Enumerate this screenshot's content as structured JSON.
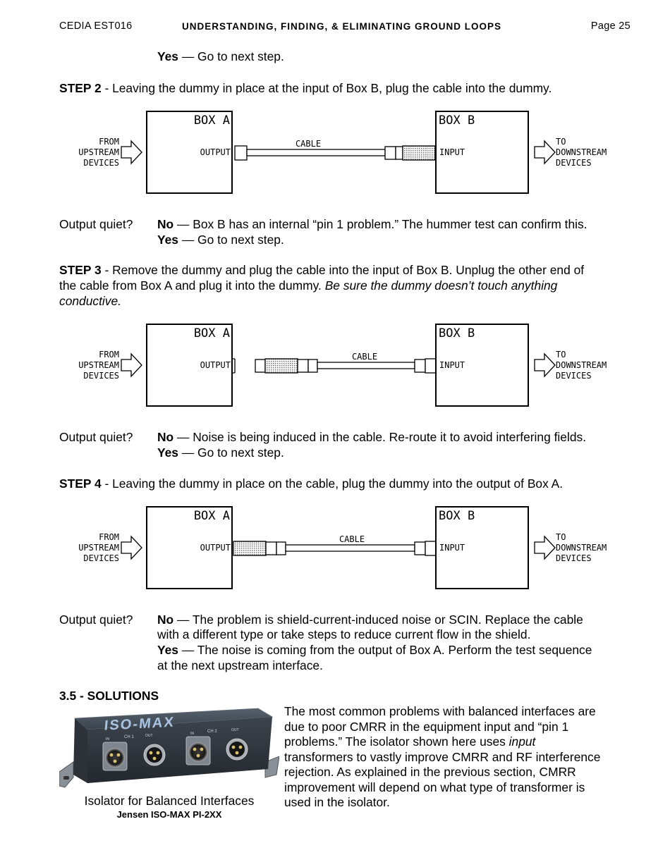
{
  "header": {
    "left": "CEDIA EST016",
    "center": "UNDERSTANDING, FINDING, & ELIMINATING GROUND LOOPS",
    "right": "Page 25"
  },
  "step1_yes": {
    "label": "Yes",
    "text": " — Go to next step."
  },
  "step2": {
    "label": "STEP 2",
    "text": " - Leaving the dummy in place at the input of Box B, plug the cable into the dummy."
  },
  "result2": {
    "label": "Output quiet?",
    "no_label": "No",
    "no_text": " — Box B has an internal “pin 1 problem.” The hummer test can confirm this.",
    "yes_label": "Yes",
    "yes_text": " — Go to next step."
  },
  "step3": {
    "label": "STEP 3",
    "line1": " - Remove the dummy and plug the cable into the input of Box B. Unplug the other end of",
    "line2a": "the cable from Box A and plug it into the dummy. ",
    "line2b": "Be sure the dummy doesn’t touch anything",
    "line3": "conductive."
  },
  "result3": {
    "label": "Output quiet?",
    "no_label": "No",
    "no_text": " — Noise is being induced in the cable. Re-route it to avoid interfering fields.",
    "yes_label": "Yes",
    "yes_text": " — Go to next step."
  },
  "step4": {
    "label": "STEP 4",
    "text": " - Leaving the dummy in place on the cable, plug the dummy into the output of Box A."
  },
  "result4": {
    "label": "Output quiet?",
    "no_label": "No",
    "no_text1": " — The problem is shield-current-induced noise or SCIN. Replace the cable",
    "no_text2": "with a different type or take steps to reduce current flow in the shield.",
    "yes_label": "Yes",
    "yes_text1": " — The noise is coming from the output of Box A. Perform the test sequence",
    "yes_text2": "at the next upstream interface."
  },
  "diagram_labels": {
    "box_a": "BOX A",
    "box_b": "BOX B",
    "from1": "FROM",
    "from2": "UPSTREAM",
    "from3": "DEVICES",
    "to1": "TO",
    "to2": "DOWNSTREAM",
    "to3": "DEVICES",
    "output": "OUTPUT",
    "input": "INPUT",
    "cable": "CABLE"
  },
  "solutions": {
    "heading": "3.5 - SOLUTIONS",
    "photo_brand": "ISO-MAX",
    "photo_ch1": "CH 1",
    "photo_ch2": "CH 2",
    "photo_in": "IN",
    "photo_out": "OUT",
    "caption": "Isolator for Balanced Interfaces",
    "caption_sub": "Jensen ISO-MAX PI-2XX",
    "p1": "The most common problems with balanced interfaces are",
    "p2": "due to poor CMRR in the equipment input and “pin 1",
    "p3a": "problems.”  The isolator shown here uses ",
    "p3b": "input",
    "p4": "transformers to vastly improve CMRR and RF interference",
    "p5": "rejection. As explained in the previous section, CMRR",
    "p6": "improvement will depend on what type of transformer is",
    "p7": "used in the isolator."
  }
}
